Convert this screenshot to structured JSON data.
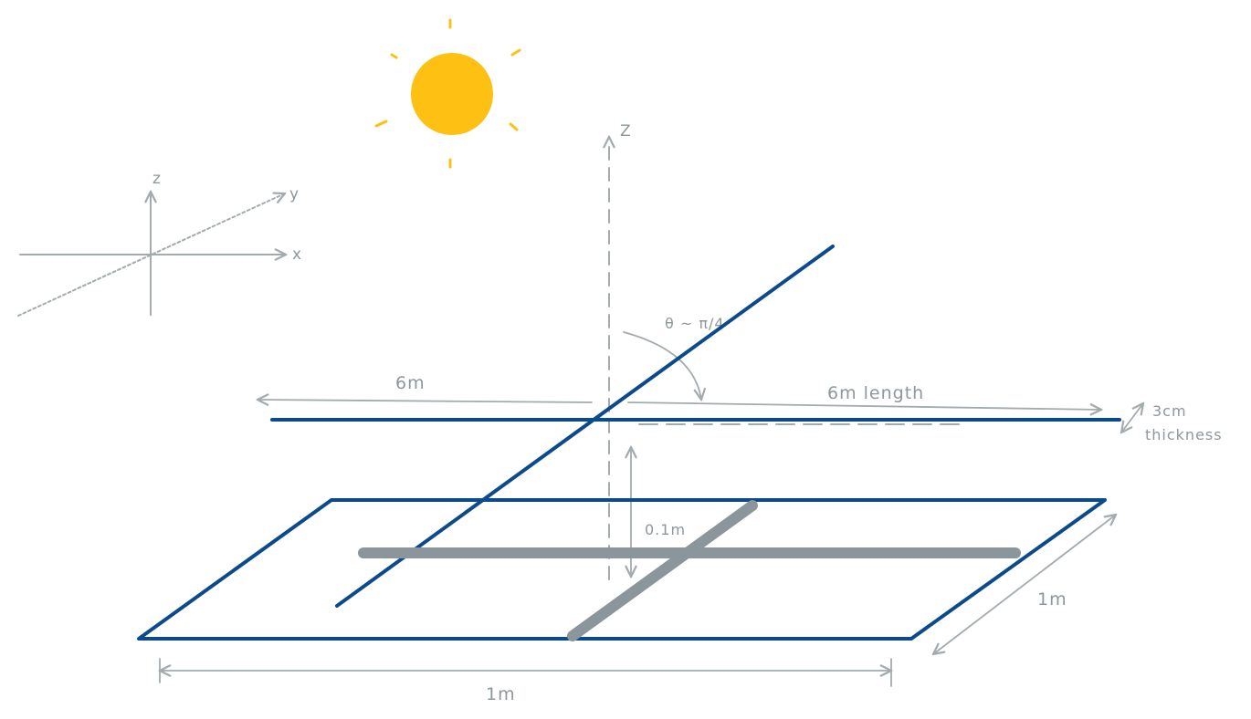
{
  "colors": {
    "sun": "#fdc013",
    "blue_structure": "#0b4a8b",
    "gray_rods": "#8a969b",
    "annotation": "#a3abaf"
  },
  "small_axes": {
    "z_label": "z",
    "y_label": "y",
    "x_label": "x"
  },
  "main_axis": {
    "z_label": "Z"
  },
  "labels": {
    "left_length": "6m",
    "right_length": "6m length",
    "angle": "θ ~ π/4",
    "thickness_value": "3cm",
    "thickness_word": "thickness",
    "height": "0.1m",
    "plate_depth": "1m",
    "plate_width": "1m"
  },
  "icons": {
    "sun": "sun-icon"
  }
}
